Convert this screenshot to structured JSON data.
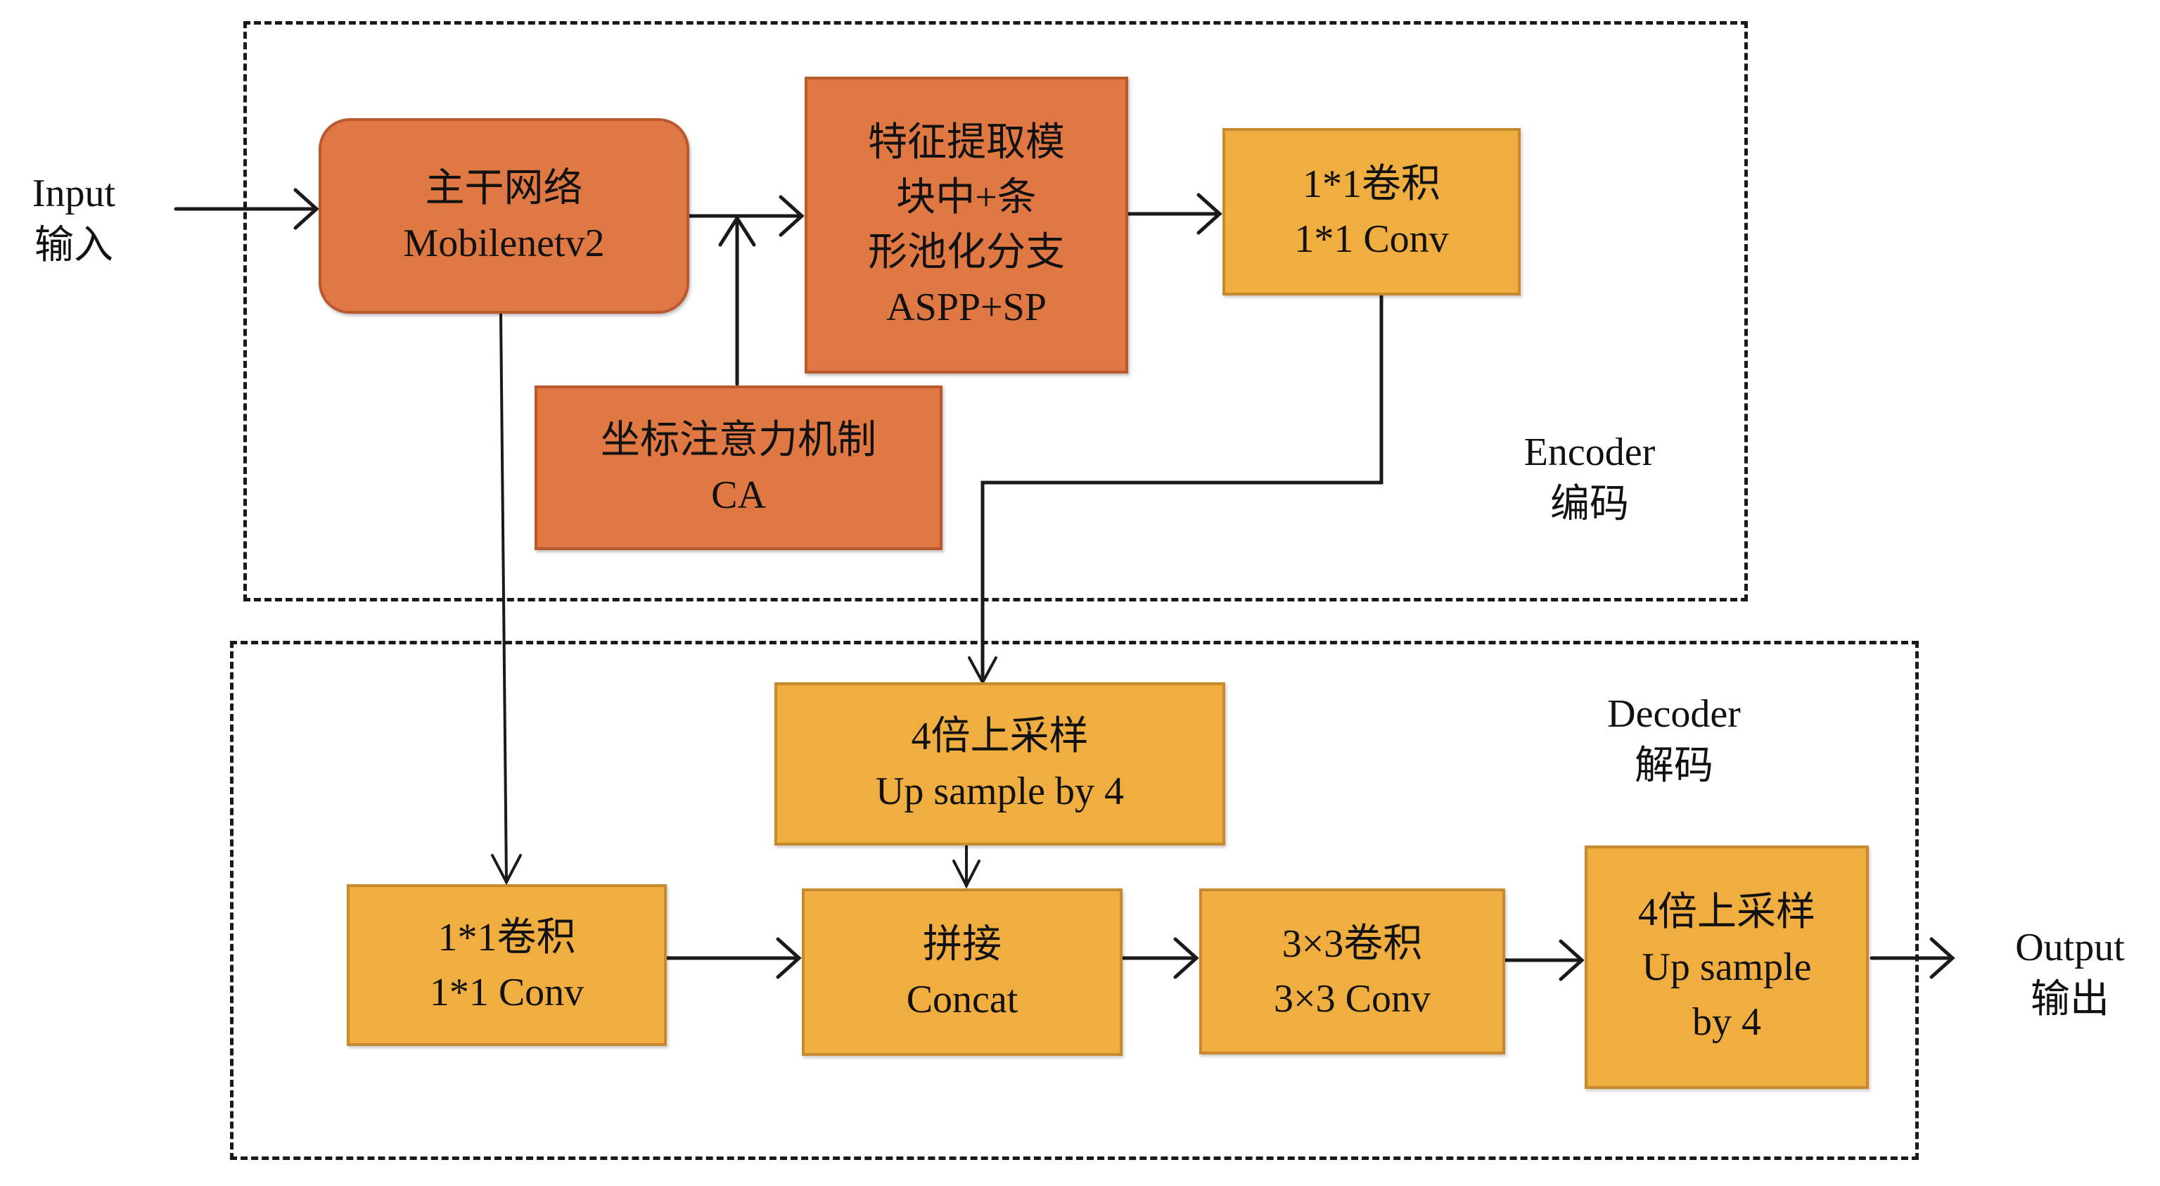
{
  "io": {
    "input_en": "Input",
    "input_zh": "输入",
    "output_en": "Output",
    "output_zh": "输出"
  },
  "encoder": {
    "label_en": "Encoder",
    "label_zh": "编码",
    "backbone": {
      "line1": "主干网络",
      "line2": "Mobilenetv2"
    },
    "feature_module": {
      "line1": "特征提取模",
      "line2": "块中+条",
      "line3": "形池化分支",
      "line4": "ASPP+SP"
    },
    "attention": {
      "line1": "坐标注意力机制",
      "line2": "CA"
    },
    "conv1x1": {
      "line1": "1*1卷积",
      "line2": "1*1 Conv"
    }
  },
  "decoder": {
    "label_en": "Decoder",
    "label_zh": "解码",
    "upsample_mid": {
      "line1": "4倍上采样",
      "line2": "Up sample by 4"
    },
    "conv1x1": {
      "line1": "1*1卷积",
      "line2": "1*1 Conv"
    },
    "concat": {
      "line1": "拼接",
      "line2": "Concat"
    },
    "conv3x3": {
      "line1": "3×3卷积",
      "line2": "3×3 Conv"
    },
    "upsample_out": {
      "line1": "4倍上采样",
      "line2": "Up sample",
      "line3": "by 4"
    }
  },
  "colors": {
    "encoder_block": "#E07843",
    "decoder_block": "#F1AE40",
    "line": "#1a1a1a"
  }
}
